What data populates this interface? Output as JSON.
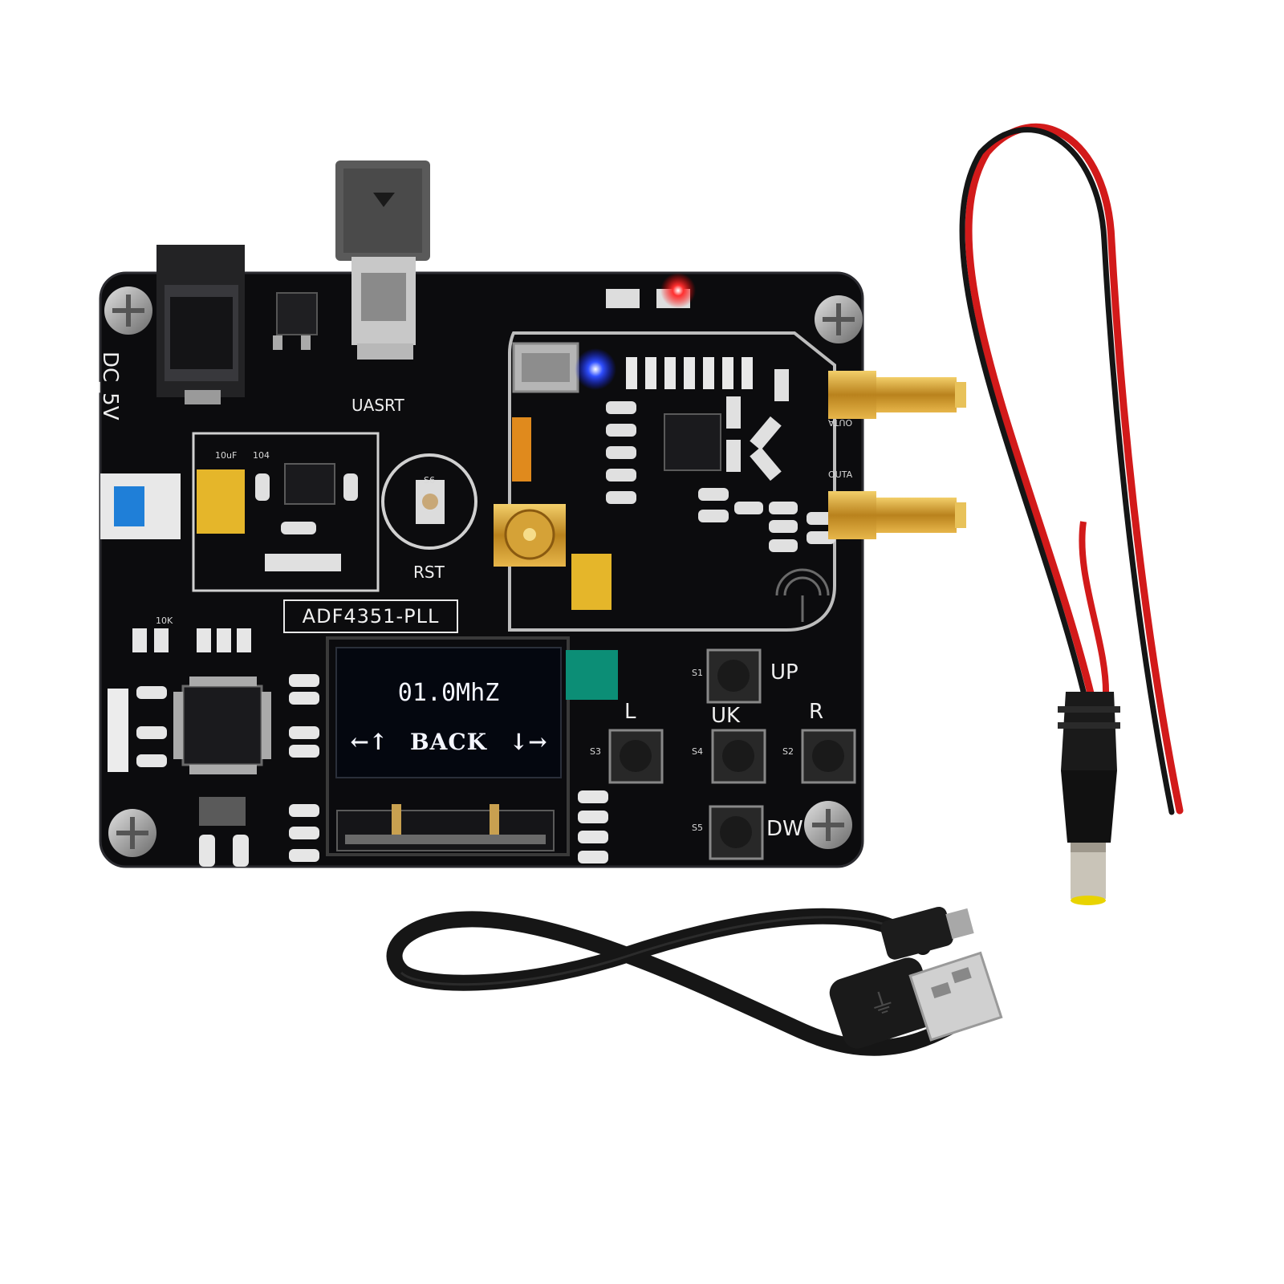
{
  "board": {
    "title": "ADF4351-PLL",
    "labels": {
      "power": "DC_5V",
      "usb": "UASRT",
      "reset": "RST",
      "out_a": "OUTA",
      "out_b": "OUTA",
      "btn_up": "UP",
      "btn_ok": "UK",
      "btn_left": "L",
      "btn_right": "R",
      "btn_down": "DW",
      "s1": "S1",
      "s2": "S2",
      "s3": "S3",
      "s4": "S4",
      "s5": "S5",
      "s6": "S6",
      "cap_10uf": "10uF",
      "res_104": "104",
      "res_10k": "10K"
    },
    "oled": {
      "frequency": "01.0MhZ",
      "nav_left": "←↑",
      "nav_back": "BACK",
      "nav_right": "↓→"
    }
  },
  "colors": {
    "pcb": "#0c0c0e",
    "gold": "#c9952f",
    "cable_red": "#d21a1a",
    "cable_black": "#151515",
    "led_blue": "#2f4dff",
    "led_red": "#ff2a2a",
    "switch_blue": "#1f7fd8",
    "oled_bg": "#04070f"
  }
}
